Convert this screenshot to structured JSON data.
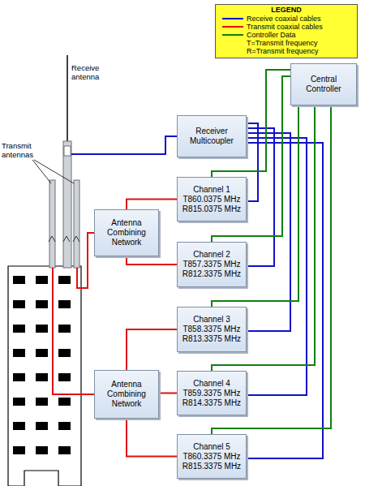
{
  "diagram": {
    "nodes": [
      {
        "text": [
          "Central Controller"
        ]
      },
      {
        "text": [
          "Receiver Multicoupler"
        ]
      },
      {
        "text": [
          "Channel 1",
          "T860.0375 MHz",
          "R815.0375 MHz"
        ]
      },
      {
        "text": [
          "Channel 2",
          "T857.3375 MHz",
          "R812.3375 MHz"
        ]
      },
      {
        "text": [
          "Channel 3",
          "T858.3375 MHz",
          "R813.3375 MHz"
        ]
      },
      {
        "text": [
          "Channel 4",
          "T859.3375 MHz",
          "R814.3375 MHz"
        ]
      },
      {
        "text": [
          "Channel 5",
          "T860.3375 MHz",
          "R815.3375 MHz"
        ]
      },
      {
        "text": [
          "Antenna Combining Network"
        ]
      },
      {
        "text": [
          "Antenna Combining Network"
        ]
      }
    ],
    "edges": [
      {
        "from": 1,
        "to": 2,
        "arrow": "none"
      },
      {
        "from": 1,
        "to": 3,
        "arrow": "none"
      },
      {
        "from": 1,
        "to": 4,
        "arrow": "none"
      },
      {
        "from": 1,
        "to": 5,
        "arrow": "none"
      },
      {
        "from": 1,
        "to": 6,
        "arrow": "none"
      },
      {
        "from": 0,
        "to": 2,
        "arrow": "none"
      },
      {
        "from": 0,
        "to": 3,
        "arrow": "none"
      },
      {
        "from": 0,
        "to": 4,
        "arrow": "none"
      },
      {
        "from": 0,
        "to": 5,
        "arrow": "none"
      },
      {
        "from": 0,
        "to": 6,
        "arrow": "none"
      },
      {
        "from": 2,
        "to": 7,
        "arrow": "none"
      },
      {
        "from": 3,
        "to": 7,
        "arrow": "none"
      },
      {
        "from": 4,
        "to": 8,
        "arrow": "none"
      },
      {
        "from": 5,
        "to": 8,
        "arrow": "none"
      },
      {
        "from": 6,
        "to": 8,
        "arrow": "none"
      }
    ],
    "labels": [
      "Receive antenna",
      "Transmit antennas",
      "LEGEND"
    ],
    "legend": [
      {
        "text": "Receive coaxial cables"
      },
      {
        "text": "Transmit coaxial cables"
      },
      {
        "text": "Controller Data"
      },
      {
        "text": "T=Transmit frequency"
      },
      {
        "text": "R=Transmit frequency"
      }
    ]
  }
}
